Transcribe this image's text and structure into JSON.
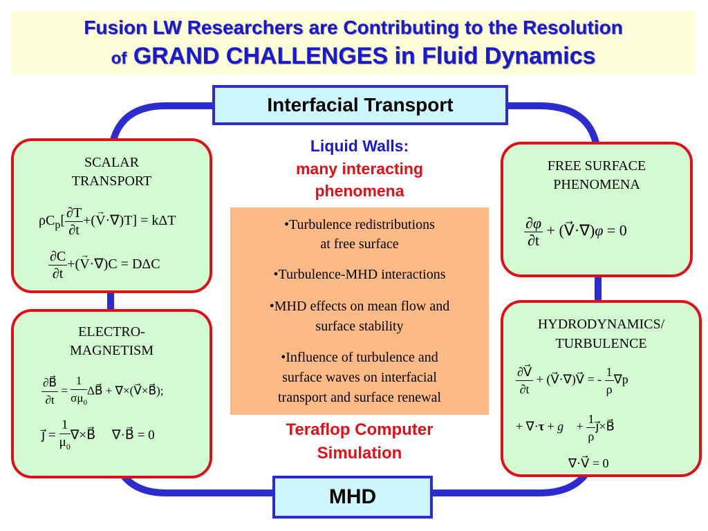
{
  "title": {
    "line1": "Fusion LW Researchers are Contributing to the Resolution",
    "line2_prefix": "of",
    "line2_main": "GRAND CHALLENGES in Fluid Dynamics"
  },
  "top_box": "Interfacial Transport",
  "bottom_box": "MHD",
  "center": {
    "heading1": "Liquid Walls:",
    "heading2_l1": "many interacting",
    "heading2_l2": "phenomena",
    "bullets": [
      {
        "l1": "•Turbulence redistributions",
        "l2": "at free surface"
      },
      {
        "l1": "•Turbulence-MHD interactions",
        "l2": ""
      },
      {
        "l1": "•MHD effects on mean flow and",
        "l2": "surface stability"
      },
      {
        "l1": "•Influence of turbulence and",
        "l2": "surface waves on interfacial",
        "l3": "transport and surface renewal"
      }
    ],
    "footer_l1": "Teraflop Computer",
    "footer_l2": "Simulation"
  },
  "panels": {
    "scalar": {
      "title_l1": "SCALAR",
      "title_l2": "TRANSPORT"
    },
    "em": {
      "title_l1": "ELECTRO-",
      "title_l2": "MAGNETISM"
    },
    "free_surface": {
      "title_l1": "FREE SURFACE",
      "title_l2": "PHENOMENA"
    },
    "hydro": {
      "title_l1": "HYDRODYNAMICS/",
      "title_l2": "TURBULENCE"
    }
  },
  "colors": {
    "title_text": "#1a1acc",
    "title_bg": "#fdfdd8",
    "frame_blue": "#2b2bd0",
    "panel_border": "#e01018",
    "panel_fill": "#d2fbd2",
    "orange_box": "#fcba86",
    "red_text": "#e01018",
    "topic_fill": "#ccf6fb"
  }
}
